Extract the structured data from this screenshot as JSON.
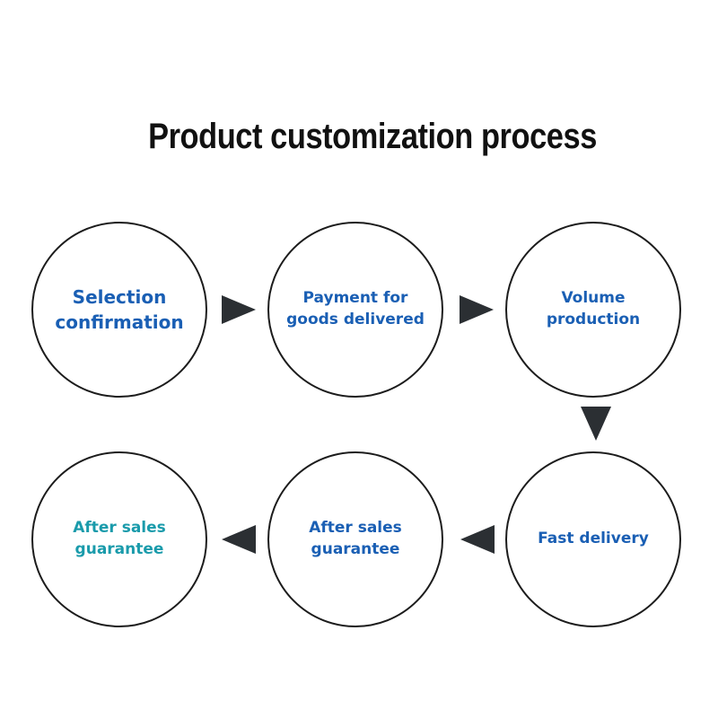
{
  "title": "Product customization process",
  "colors": {
    "step_text": "#1a5fb4",
    "final_step_text": "#1a9bab",
    "arrow": "#2b2f33",
    "circle_border": "#1c1c1c"
  },
  "steps": [
    {
      "line1": "Selection",
      "line2": "confirmation"
    },
    {
      "line1": "Payment for",
      "line2": "goods delivered"
    },
    {
      "line1": "Volume",
      "line2": "production"
    },
    {
      "line1": "Fast delivery",
      "line2": ""
    },
    {
      "line1": "After sales",
      "line2": "guarantee"
    },
    {
      "line1": "After sales",
      "line2": "guarantee"
    }
  ],
  "arrows": [
    "arrow-right-icon",
    "arrow-right-icon",
    "arrow-down-icon",
    "arrow-left-icon",
    "arrow-left-icon"
  ]
}
